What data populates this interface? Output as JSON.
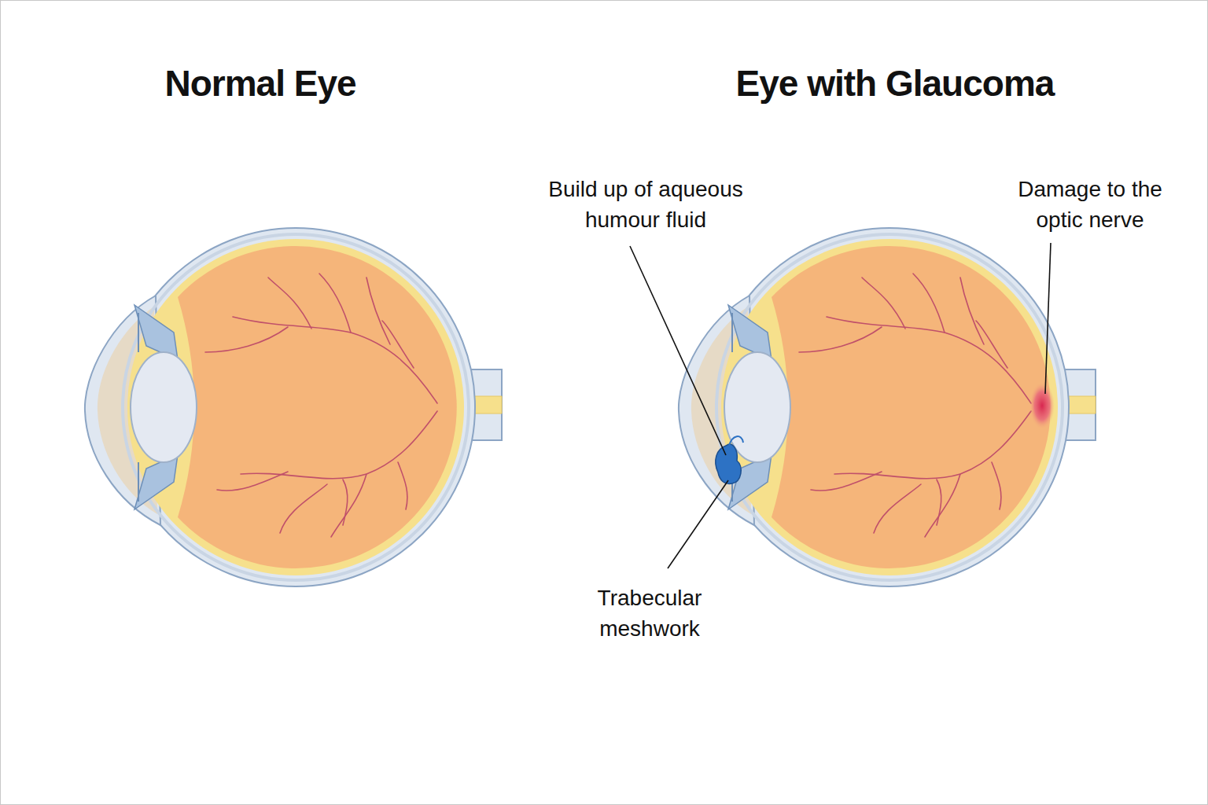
{
  "diagram": {
    "labels": [
      "Normal Eye",
      "Eye with Glaucoma",
      "Build up of aqueous humour fluid",
      "Damage to the optic nerve",
      "Trabecular meshwork"
    ]
  }
}
